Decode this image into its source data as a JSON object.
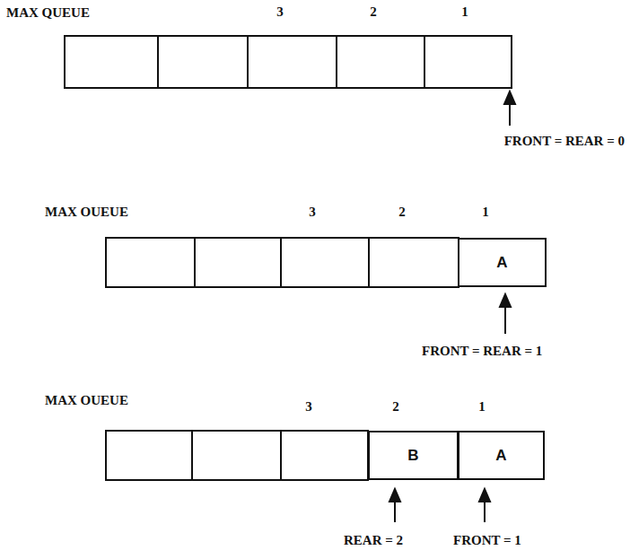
{
  "diagram": {
    "nodes": [
      {
        "text": [
          "A"
        ]
      },
      {
        "text": [
          "B"
        ]
      },
      {
        "text": [
          "A"
        ]
      }
    ],
    "labels": [
      "MAX QUEUE",
      "3",
      "2",
      "1",
      "FRONT = REAR = 0",
      "MAX OUEUE",
      "3",
      "2",
      "1",
      "FRONT = REAR = 1",
      "MAX OUEUE",
      "3",
      "2",
      "1",
      "REAR = 2",
      "FRONT = 1"
    ]
  }
}
